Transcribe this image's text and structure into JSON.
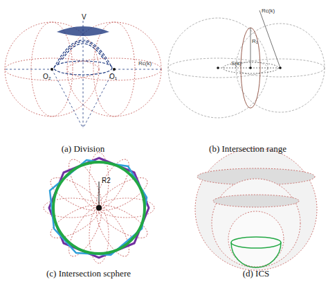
{
  "diagram": {
    "labels": [
      "V",
      "O₂",
      "O₁",
      "Rc(k)",
      "(a) Division",
      "Rc(k)",
      "R₁",
      "S(k)",
      "(b) Intersection range",
      "R2",
      "(c) Intersection scphere",
      "(d) ICS"
    ]
  }
}
